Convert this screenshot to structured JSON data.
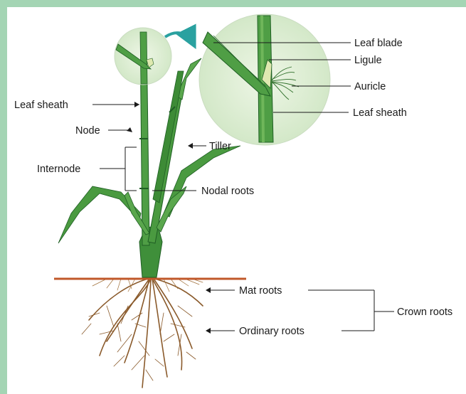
{
  "labels": {
    "leaf_blade": "Leaf blade",
    "ligule": "Ligule",
    "auricle": "Auricle",
    "leaf_sheath_inset": "Leaf sheath",
    "leaf_sheath": "Leaf sheath",
    "node": "Node",
    "tiller": "Tiller",
    "internode": "Internode",
    "nodal_roots": "Nodal roots",
    "mat_roots": "Mat roots",
    "crown_roots": "Crown roots",
    "ordinary_roots": "Ordinary roots"
  },
  "colors": {
    "frame": "#a4d5b4",
    "leaf": "#3f8f3a",
    "leaf_dark": "#1f5f24",
    "leaf_light": "#6fb65a",
    "soil": "#c0582a",
    "roots": "#8a5a2b",
    "arrow": "#2aa1a0"
  }
}
